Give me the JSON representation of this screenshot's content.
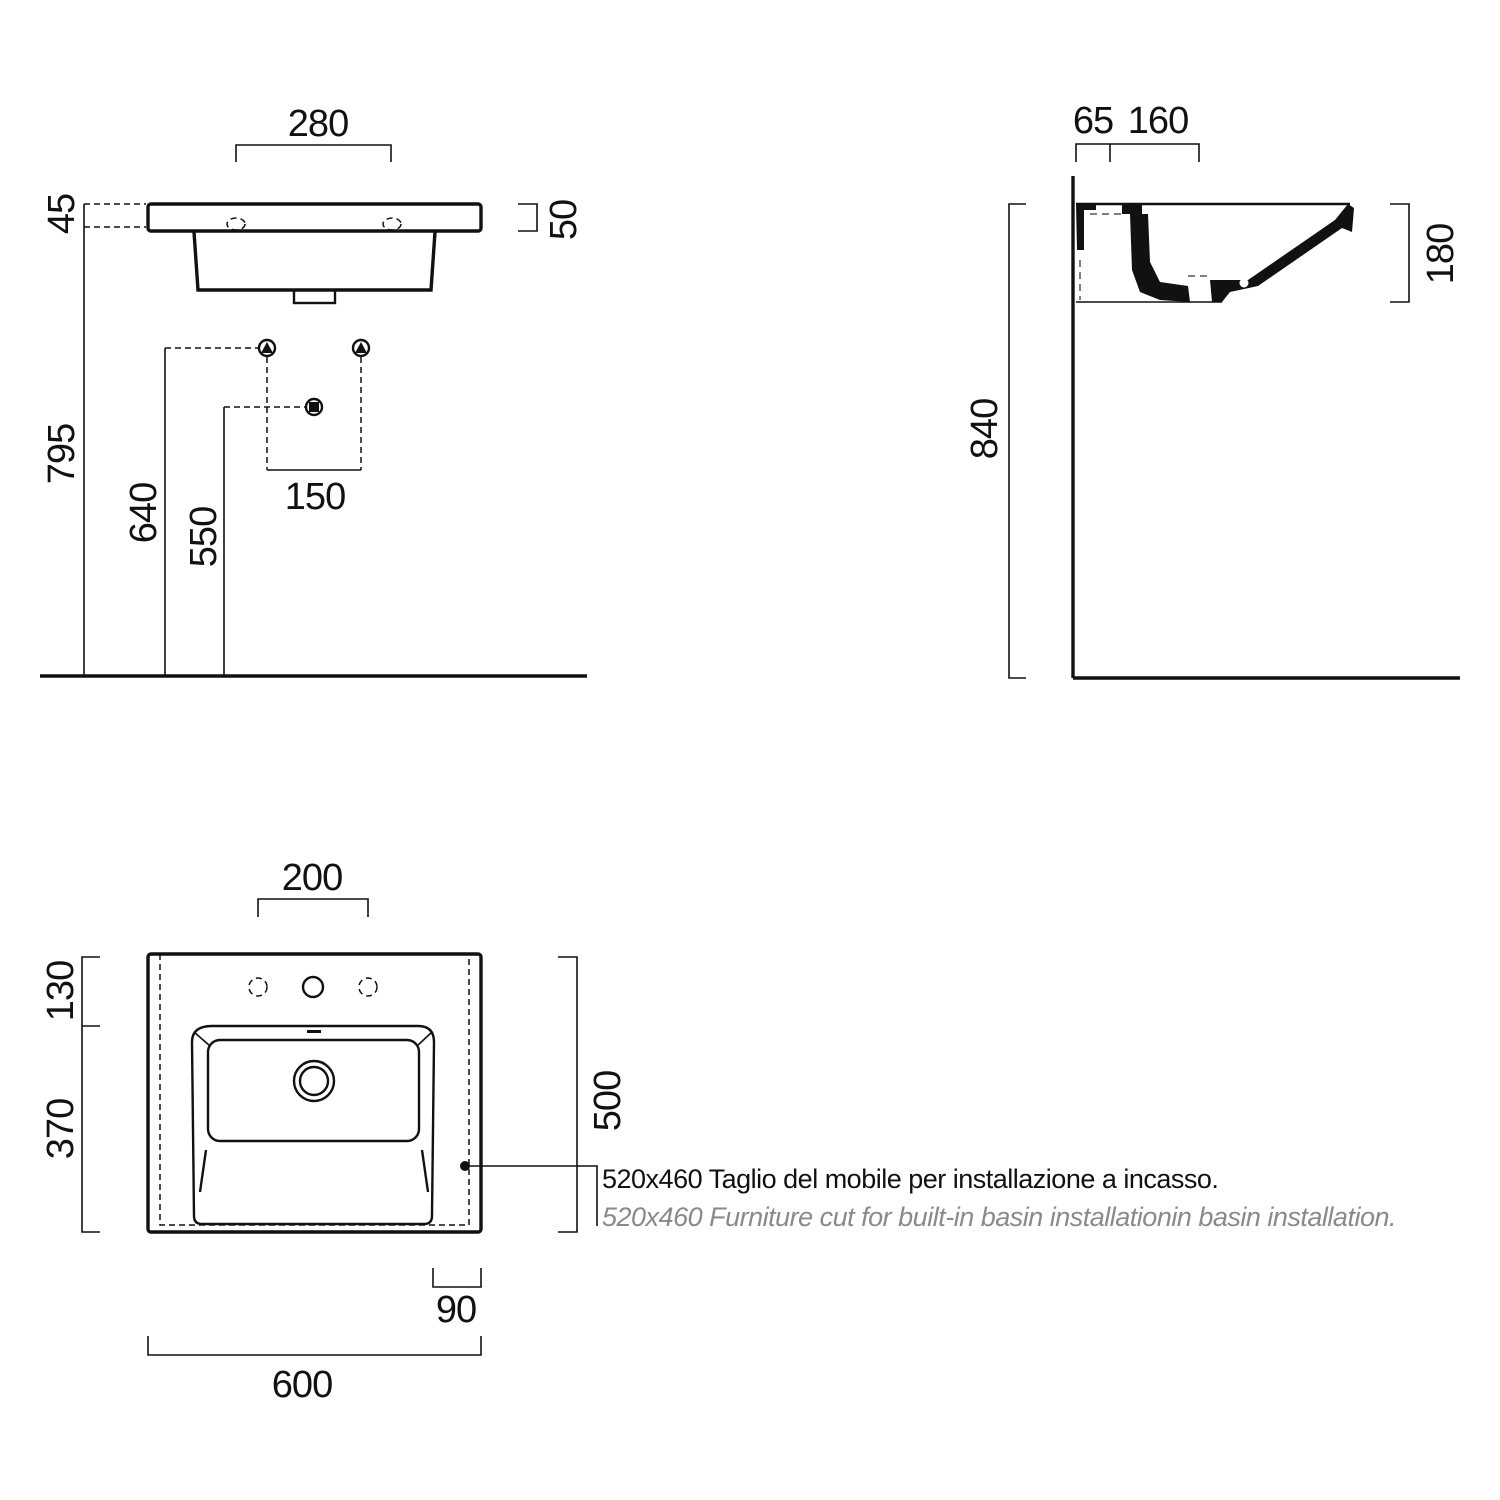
{
  "front_view": {
    "dim_top": "280",
    "dim_rim": "45",
    "dim_thickness": "50",
    "dim_height": "795",
    "dim_water": "640",
    "dim_drain": "550",
    "dim_spacing": "150"
  },
  "side_view": {
    "dim_wall_offset": "65",
    "dim_depth_offset": "160",
    "dim_bowl_depth": "180",
    "dim_height": "840"
  },
  "plan_view": {
    "dim_tap_spacing": "200",
    "dim_back": "130",
    "dim_front": "370",
    "dim_depth": "500",
    "dim_side": "90",
    "dim_width": "600"
  },
  "note": {
    "italian": "520x460 Taglio del mobile per installazione a incasso.",
    "english": "520x460 Furniture cut for built-in basin installationin basin installation."
  },
  "colors": {
    "line": "#111111",
    "secondary_text": "#8a8a8a"
  }
}
